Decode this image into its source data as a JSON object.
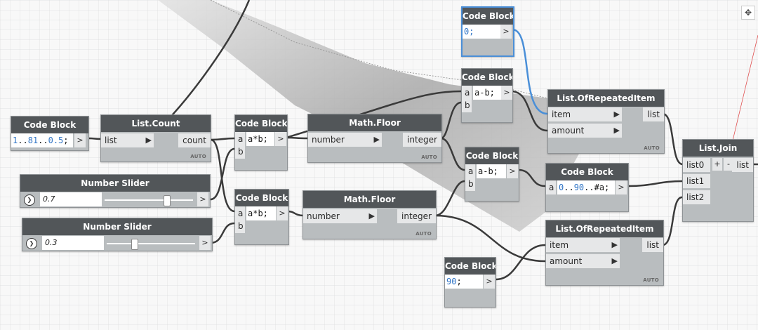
{
  "nodes": {
    "cb_top": {
      "title": "Code Block",
      "code": "0;",
      "out": ">"
    },
    "cb_range": {
      "title": "Code Block",
      "code_num1": "1",
      "code_op1": "..",
      "code_num2": "81",
      "code_op2": "..",
      "code_num3": "0.5",
      "code_tail": ";",
      "out": ">"
    },
    "count": {
      "title": "List.Count",
      "in": "list",
      "out": "count",
      "auto": "AUTO"
    },
    "cb_ab1": {
      "title": "Code Block",
      "in_a": "a",
      "in_b": "b",
      "code": "a*b;",
      "out": ">"
    },
    "floor1": {
      "title": "Math.Floor",
      "in": "number",
      "out": "integer",
      "auto": "AUTO"
    },
    "cb_sub1": {
      "title": "Code Block",
      "in_a": "a",
      "in_b": "b",
      "code": "a-b;",
      "out": ">"
    },
    "rep1": {
      "title": "List.OfRepeatedItem",
      "in1": "item",
      "in2": "amount",
      "out": "list",
      "auto": "AUTO"
    },
    "slider1": {
      "title": "Number Slider",
      "value": "0.7",
      "level": 0.7,
      "out": ">"
    },
    "slider2": {
      "title": "Number Slider",
      "value": "0.3",
      "level": 0.3,
      "out": ">"
    },
    "cb_ab2": {
      "title": "Code Block",
      "in_a": "a",
      "in_b": "b",
      "code": "a*b;",
      "out": ">"
    },
    "floor2": {
      "title": "Math.Floor",
      "in": "number",
      "out": "integer",
      "auto": "AUTO"
    },
    "cb_sub2": {
      "title": "Code Block",
      "in_a": "a",
      "in_b": "b",
      "code": "a-b;",
      "out": ">"
    },
    "cb_seq": {
      "title": "Code Block",
      "in_a": "a",
      "code_num1": "0",
      "code_op1": "..",
      "code_num2": "90",
      "code_tail": "..#a;",
      "out": ">"
    },
    "join": {
      "title": "List.Join",
      "in1": "list0",
      "in2": "list1",
      "in3": "list2",
      "add": "+",
      "remove": "-",
      "out": "list"
    },
    "rep2": {
      "title": "List.OfRepeatedItem",
      "in1": "item",
      "in2": "amount",
      "out": "list",
      "auto": "AUTO"
    },
    "cb_90": {
      "title": "Code Block",
      "code_num": "90",
      "code_tail": ";",
      "out": ">"
    }
  },
  "canvas": {
    "corner_icon": "move-icon",
    "corner_glyph": "✥"
  },
  "colors": {
    "node_header": "#525659",
    "node_body": "#b9bdbf",
    "port": "#e6e7e8",
    "wire": "#3a3a3a",
    "selected_wire": "#4a8fd8",
    "code_number": "#2f74c6"
  }
}
